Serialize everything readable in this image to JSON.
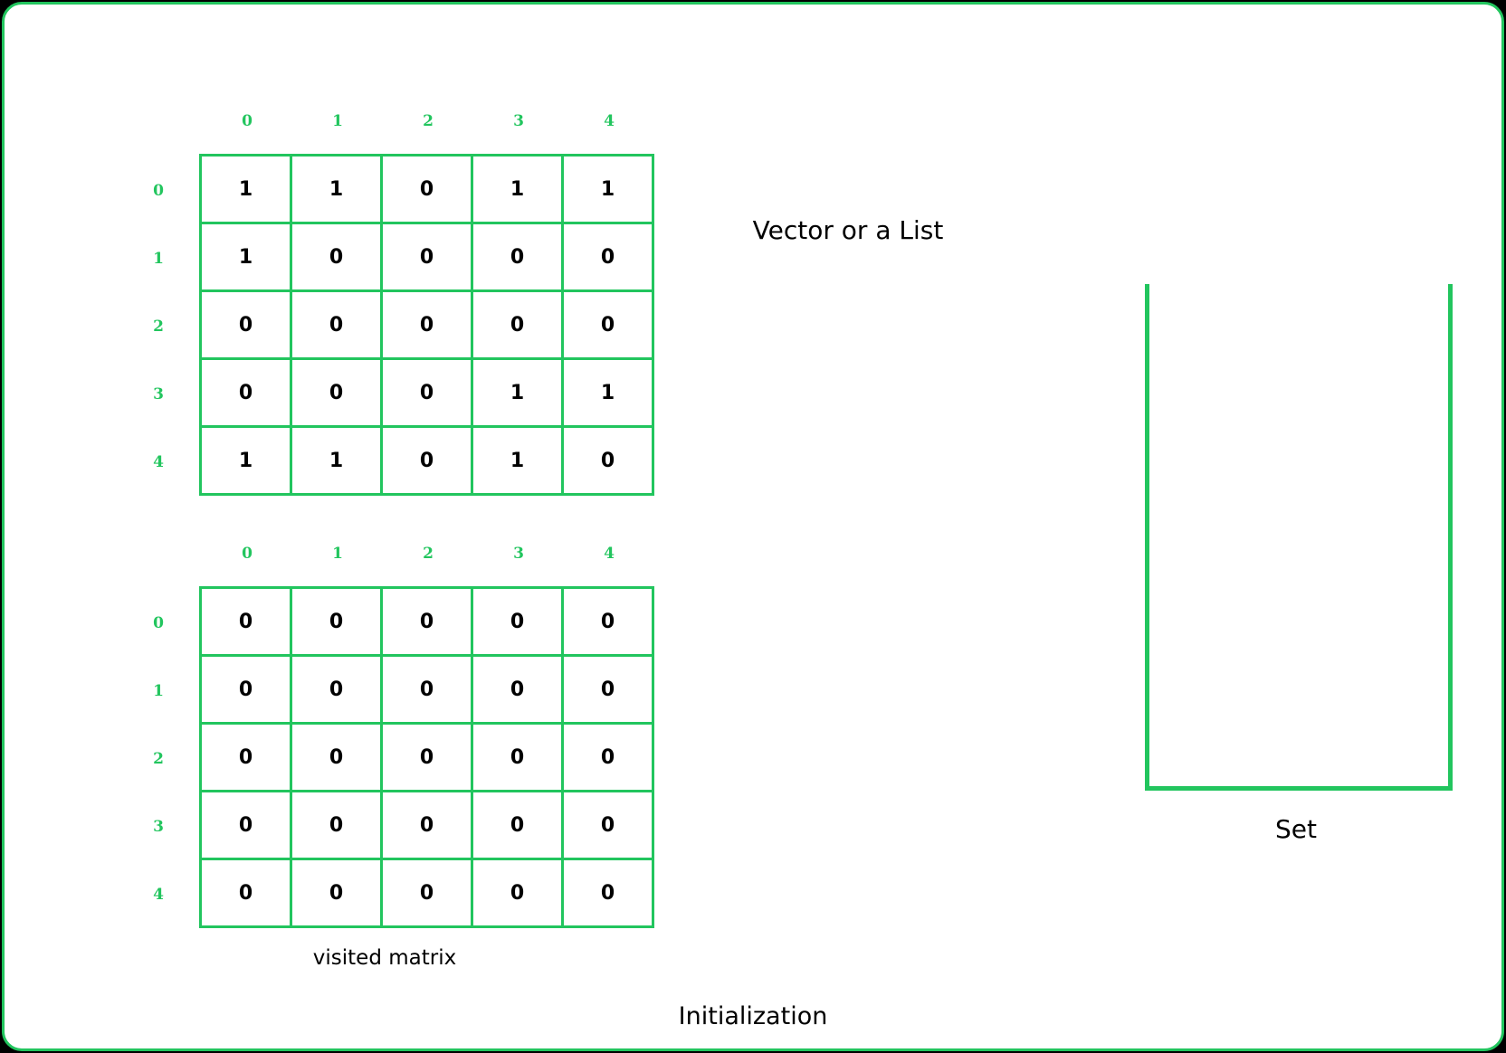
{
  "colors": {
    "accent": "#22c55e",
    "text": "#000000",
    "background": "#ffffff"
  },
  "matrix": {
    "col_indices": [
      "0",
      "1",
      "2",
      "3",
      "4"
    ],
    "row_indices": [
      "0",
      "1",
      "2",
      "3",
      "4"
    ],
    "rows": [
      [
        "1",
        "1",
        "0",
        "1",
        "1"
      ],
      [
        "1",
        "0",
        "0",
        "0",
        "0"
      ],
      [
        "0",
        "0",
        "0",
        "0",
        "0"
      ],
      [
        "0",
        "0",
        "0",
        "1",
        "1"
      ],
      [
        "1",
        "1",
        "0",
        "1",
        "0"
      ]
    ]
  },
  "visited": {
    "col_indices": [
      "0",
      "1",
      "2",
      "3",
      "4"
    ],
    "row_indices": [
      "0",
      "1",
      "2",
      "3",
      "4"
    ],
    "rows": [
      [
        "0",
        "0",
        "0",
        "0",
        "0"
      ],
      [
        "0",
        "0",
        "0",
        "0",
        "0"
      ],
      [
        "0",
        "0",
        "0",
        "0",
        "0"
      ],
      [
        "0",
        "0",
        "0",
        "0",
        "0"
      ],
      [
        "0",
        "0",
        "0",
        "0",
        "0"
      ]
    ],
    "caption": "visited matrix"
  },
  "vector_label": "Vector or a List",
  "set_label": "Set",
  "title": "Initialization"
}
